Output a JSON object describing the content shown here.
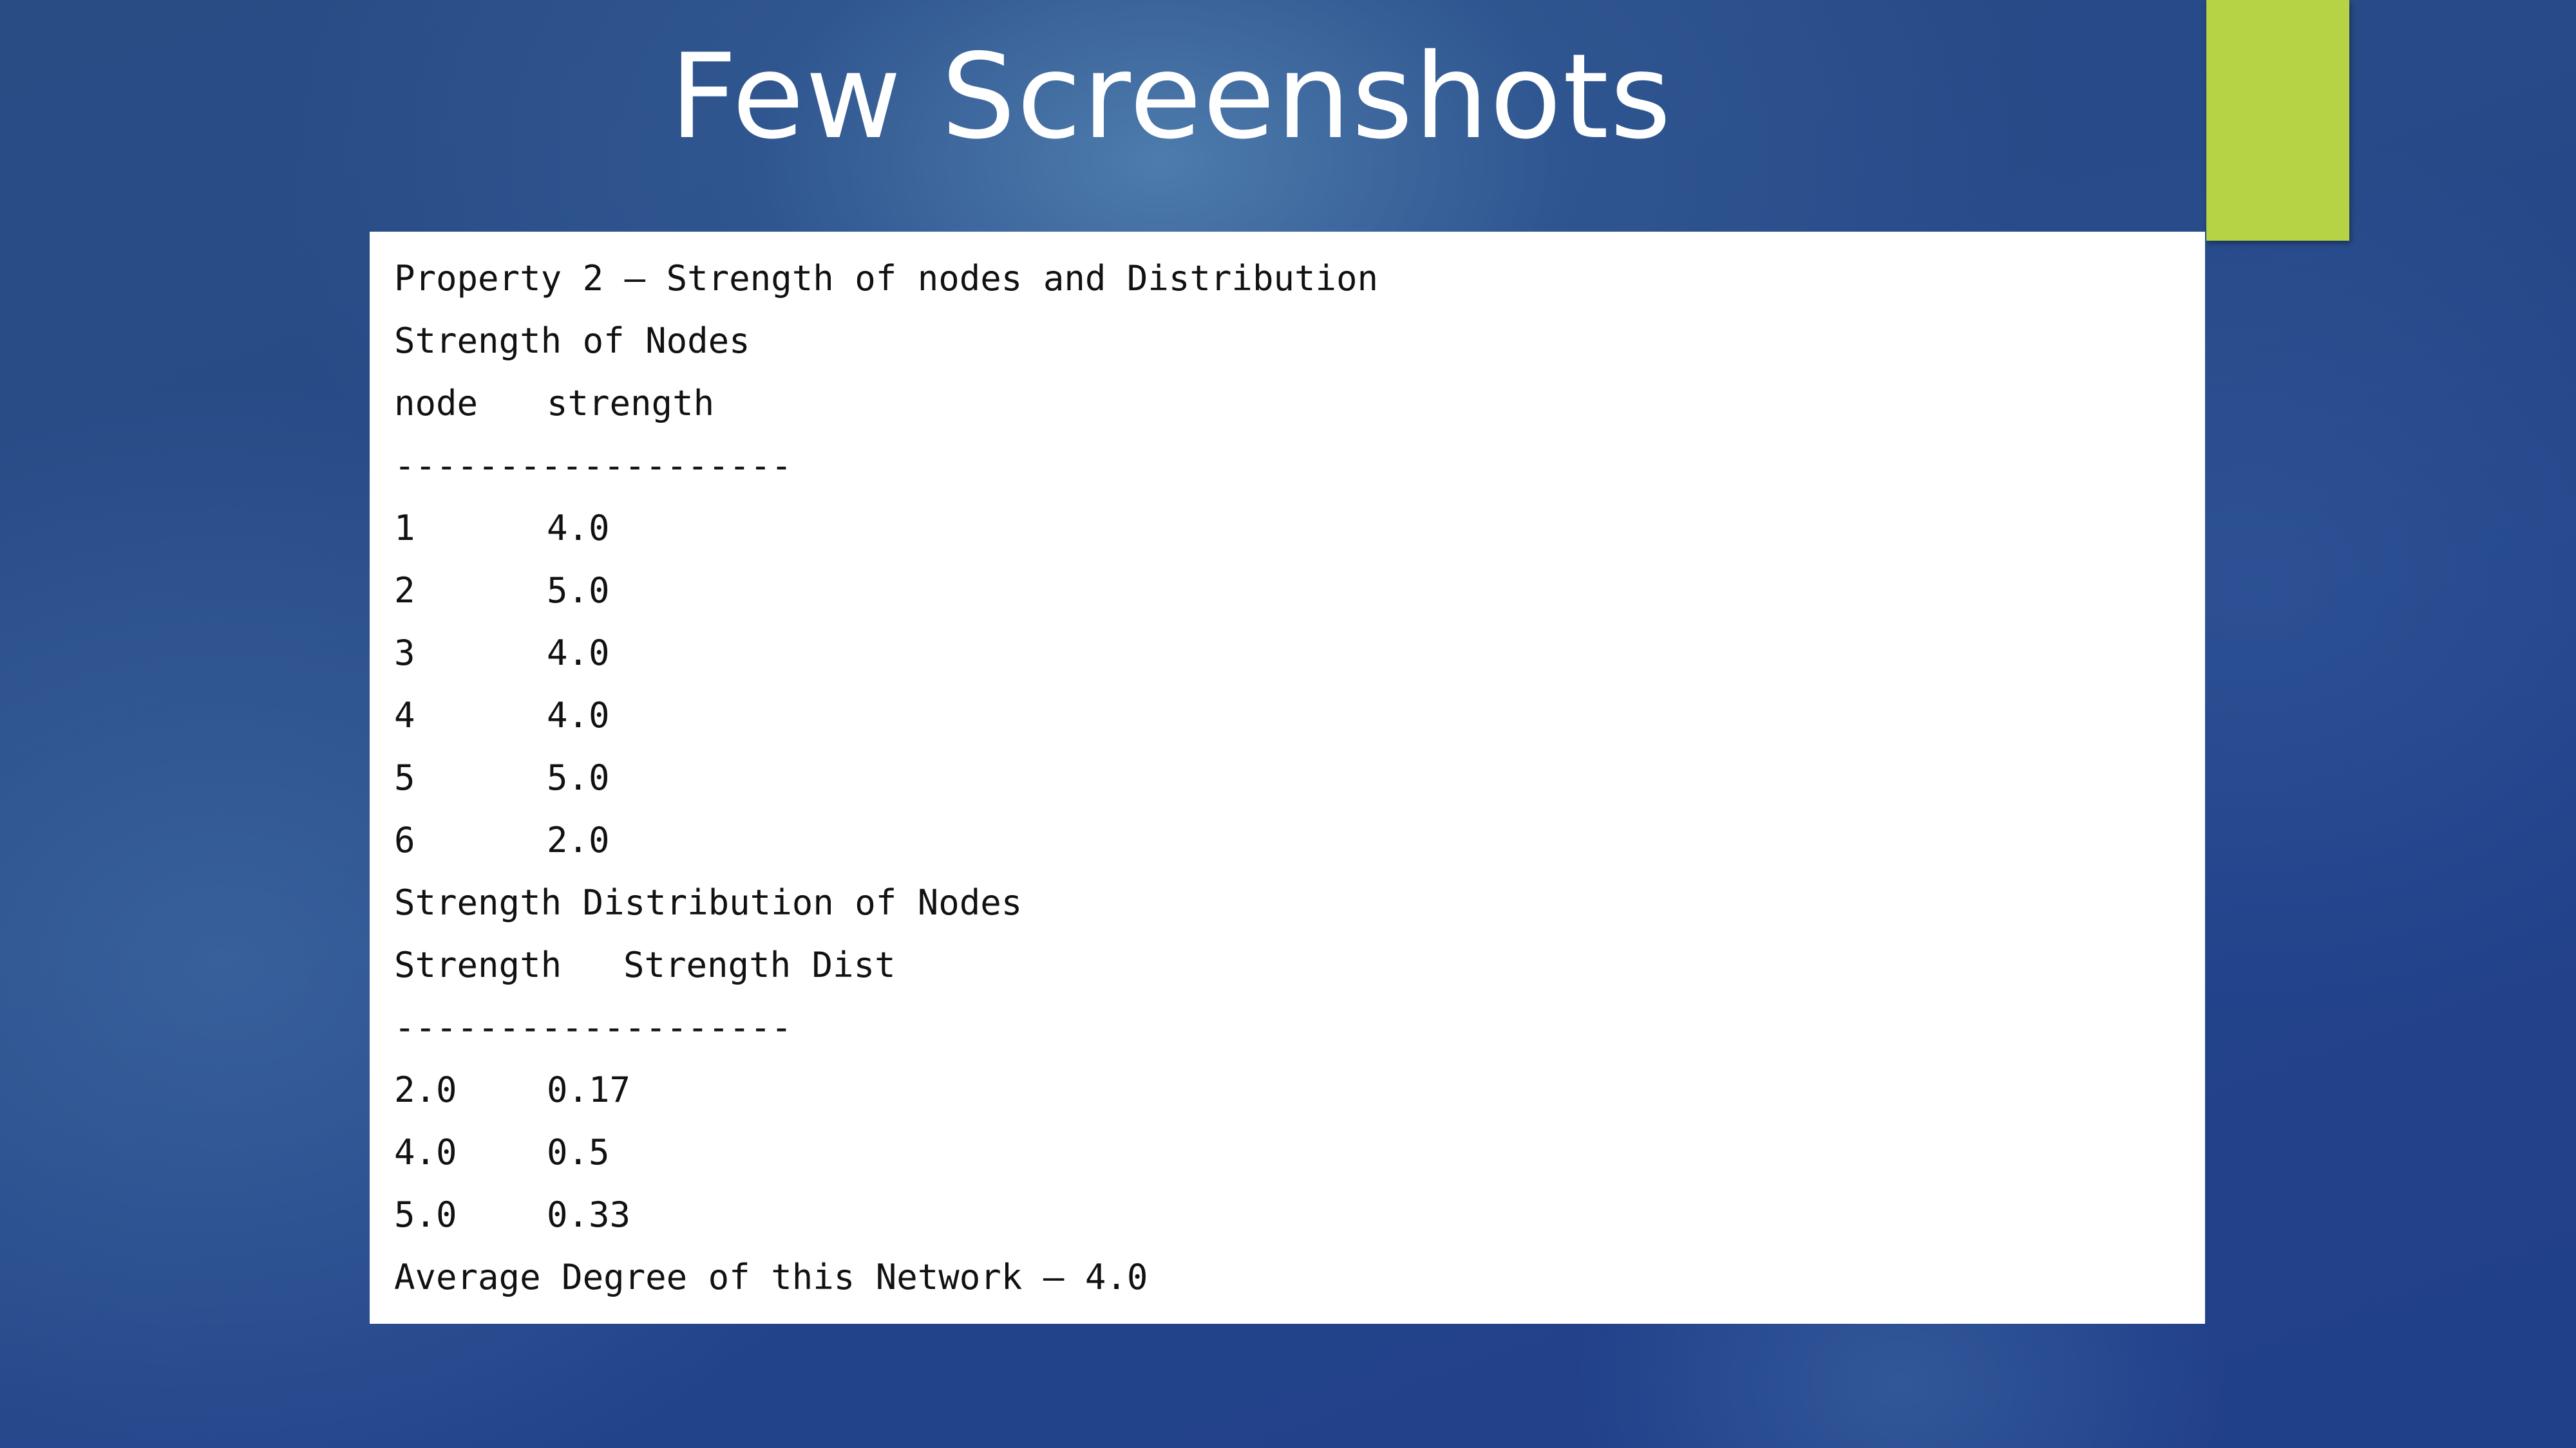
{
  "slide": {
    "title": "Few Screenshots",
    "colors": {
      "background": "#274a88",
      "accent": "#b5d344",
      "title_text": "#ffffff"
    }
  },
  "console": {
    "heading": "Property 2 – Strength of nodes and Distribution",
    "section1_title": "Strength of Nodes",
    "section1_columns": [
      "node",
      "strength"
    ],
    "separator": "-------------------",
    "nodes": [
      {
        "node": "1",
        "strength": "4.0"
      },
      {
        "node": "2",
        "strength": "5.0"
      },
      {
        "node": "3",
        "strength": "4.0"
      },
      {
        "node": "4",
        "strength": "4.0"
      },
      {
        "node": "5",
        "strength": "5.0"
      },
      {
        "node": "6",
        "strength": "2.0"
      }
    ],
    "section2_title": "Strength Distribution of Nodes",
    "section2_columns": [
      "Strength",
      "Strength Dist"
    ],
    "distribution": [
      {
        "strength": "2.0",
        "dist": "0.17"
      },
      {
        "strength": "4.0",
        "dist": "0.5"
      },
      {
        "strength": "5.0",
        "dist": "0.33"
      }
    ],
    "footer": "Average Degree of this Network – 4.0"
  }
}
